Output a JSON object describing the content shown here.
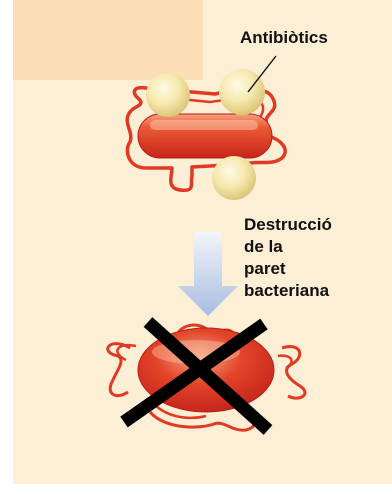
{
  "labels": {
    "antibiotics": "Antibiòtics",
    "destruction": "Destrucció\nde la\nparet\nbacteriana"
  },
  "colors": {
    "background": "#fdeed6",
    "bacterium_red": "#e0301e",
    "membrane_outline": "#e23a22",
    "antibiotic_sphere": "#f3e3a0",
    "cross": "#000000",
    "arrow_gradient_top": "#e4ecf6",
    "arrow_gradient_bottom": "#a8bcde"
  },
  "icons": [
    "bacterium-with-antibiotics",
    "down-arrow-icon",
    "destroyed-bacterium",
    "cross-icon"
  ]
}
